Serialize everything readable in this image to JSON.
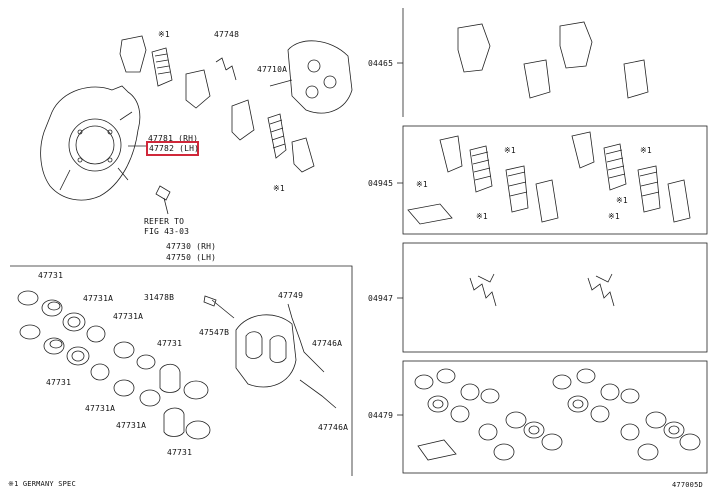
{
  "colors": {
    "highlight": "#d0283a",
    "line": "#222222"
  },
  "top_left": {
    "star_a": "※1",
    "p47748": "47748",
    "p47710A": "47710A",
    "p47781": "47781 (RH)",
    "p47782": "47782 (LH)",
    "star_b": "※1",
    "refer1": "REFER TO",
    "refer2": "FIG 43-03",
    "p47730": "47730 (RH)",
    "p47750": "47750 (LH)"
  },
  "bottom_left": {
    "l1": "47731",
    "l2": "47731A",
    "l3": "31478B",
    "l4": "47749",
    "l5": "47731A",
    "l6": "47731",
    "l7": "47547B",
    "l8": "47746A",
    "l9": "47731",
    "l10": "47731A",
    "l11": "47731A",
    "l12": "47746A",
    "l13": "47731"
  },
  "right": {
    "r1": "04465",
    "r2": "04945",
    "r2_star1": "※1",
    "r2_star2": "※1",
    "r2_star3": "※1",
    "r2_star4": "※1",
    "r2_star5": "※1",
    "r2_star6": "※1",
    "r3": "04947",
    "r4": "04479"
  },
  "footer": {
    "note": "※1 GERMANY SPEC",
    "figure_code": "477005D"
  }
}
